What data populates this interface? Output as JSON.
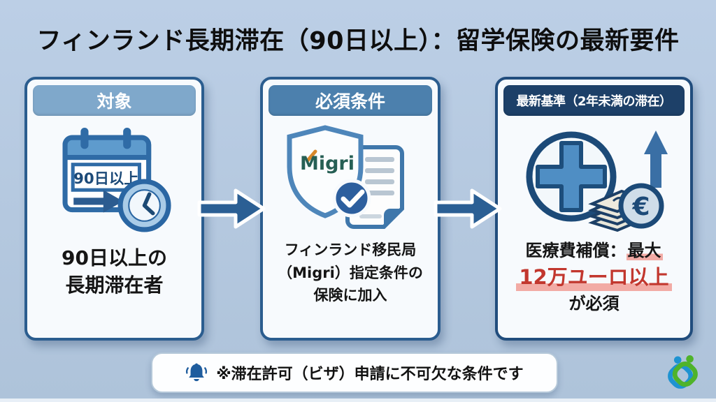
{
  "page": {
    "title": "フィンランド長期滞在（90日以上）：留学保険の最新要件",
    "background": "#b6c9e0"
  },
  "cards": [
    {
      "header": "対象",
      "header_color": "#7fa8cb",
      "icon": "calendar-90days-clock-icon",
      "calendar_label": "90日以上",
      "lines": [
        "90日以上の",
        "長期滞在者"
      ]
    },
    {
      "header": "必須条件",
      "header_color": "#4c80ad",
      "icon": "migri-shield-check-document-icon",
      "shield_logo": "Migri",
      "lines": [
        "フィンランド移民局",
        "（Migri）指定条件の",
        "保険に加入"
      ]
    },
    {
      "header": "最新基準（2年未満の滞在）",
      "header_color": "#1d4068",
      "icon": "medical-cross-money-euro-up-arrow-icon",
      "euro_symbol": "€",
      "line1_normal": "医療費補償：",
      "line1_highlight": "最大",
      "line2_red": "12万ユーロ以上",
      "line3": "が必須",
      "red_color": "#c2372e",
      "highlight_color": "#f2aba5"
    }
  ],
  "footer": {
    "note": "※滞在許可（ビザ）申請に不可欠な条件です"
  }
}
